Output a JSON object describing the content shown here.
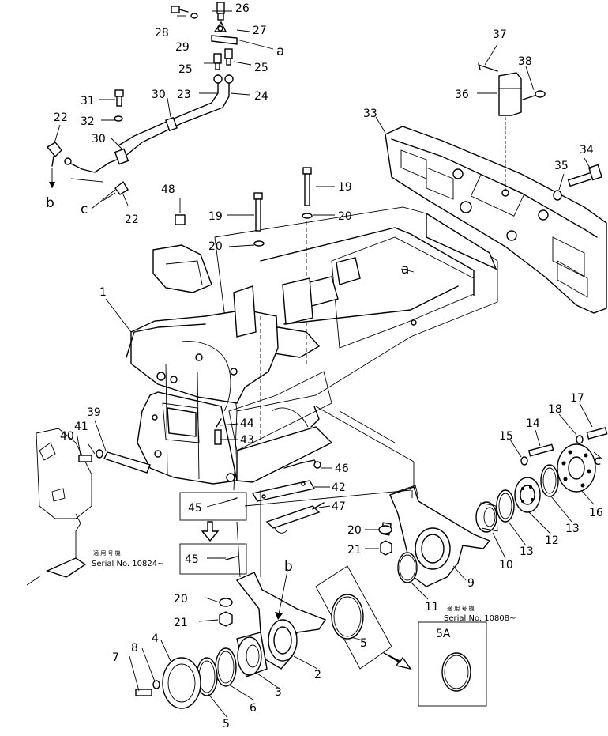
{
  "diagram": {
    "callouts": {
      "c1": "1",
      "c2": "2",
      "c3": "3",
      "c4": "4",
      "c5a": "5",
      "c5b": "5",
      "c5A": "5A",
      "c6": "6",
      "c7": "7",
      "c8": "8",
      "c9": "9",
      "c10": "10",
      "c11": "11",
      "c12": "12",
      "c13a": "13",
      "c13b": "13",
      "c14": "14",
      "c15": "15",
      "c16": "16",
      "c17": "17",
      "c18": "18",
      "c19a": "19",
      "c19b": "19",
      "c20a": "20",
      "c20b": "20",
      "c20c": "20",
      "c20d": "20",
      "c21a": "21",
      "c21b": "21",
      "c22a": "22",
      "c22b": "22",
      "c23": "23",
      "c24": "24",
      "c25a": "25",
      "c25b": "25",
      "c26": "26",
      "c27": "27",
      "c28": "28",
      "c29": "29",
      "c30a": "30",
      "c30b": "30",
      "c31": "31",
      "c32": "32",
      "c33": "33",
      "c34": "34",
      "c35": "35",
      "c36": "36",
      "c37": "37",
      "c38": "38",
      "c39": "39",
      "c40": "40",
      "c41": "41",
      "c42": "42",
      "c43": "43",
      "c44": "44",
      "c45a": "45",
      "c45b": "45",
      "c46": "46",
      "c47": "47",
      "c48": "48"
    },
    "letters": {
      "a_top": "a",
      "a_frame": "a",
      "b_left": "b",
      "b_mid": "b",
      "c_left": "c",
      "c_right": "c"
    },
    "notes": {
      "serial1_jp": "適 用 号 機",
      "serial1": "Serial No. 10824~",
      "serial2_jp": "適 用 号 機",
      "serial2": "Serial No. 10808~"
    }
  }
}
